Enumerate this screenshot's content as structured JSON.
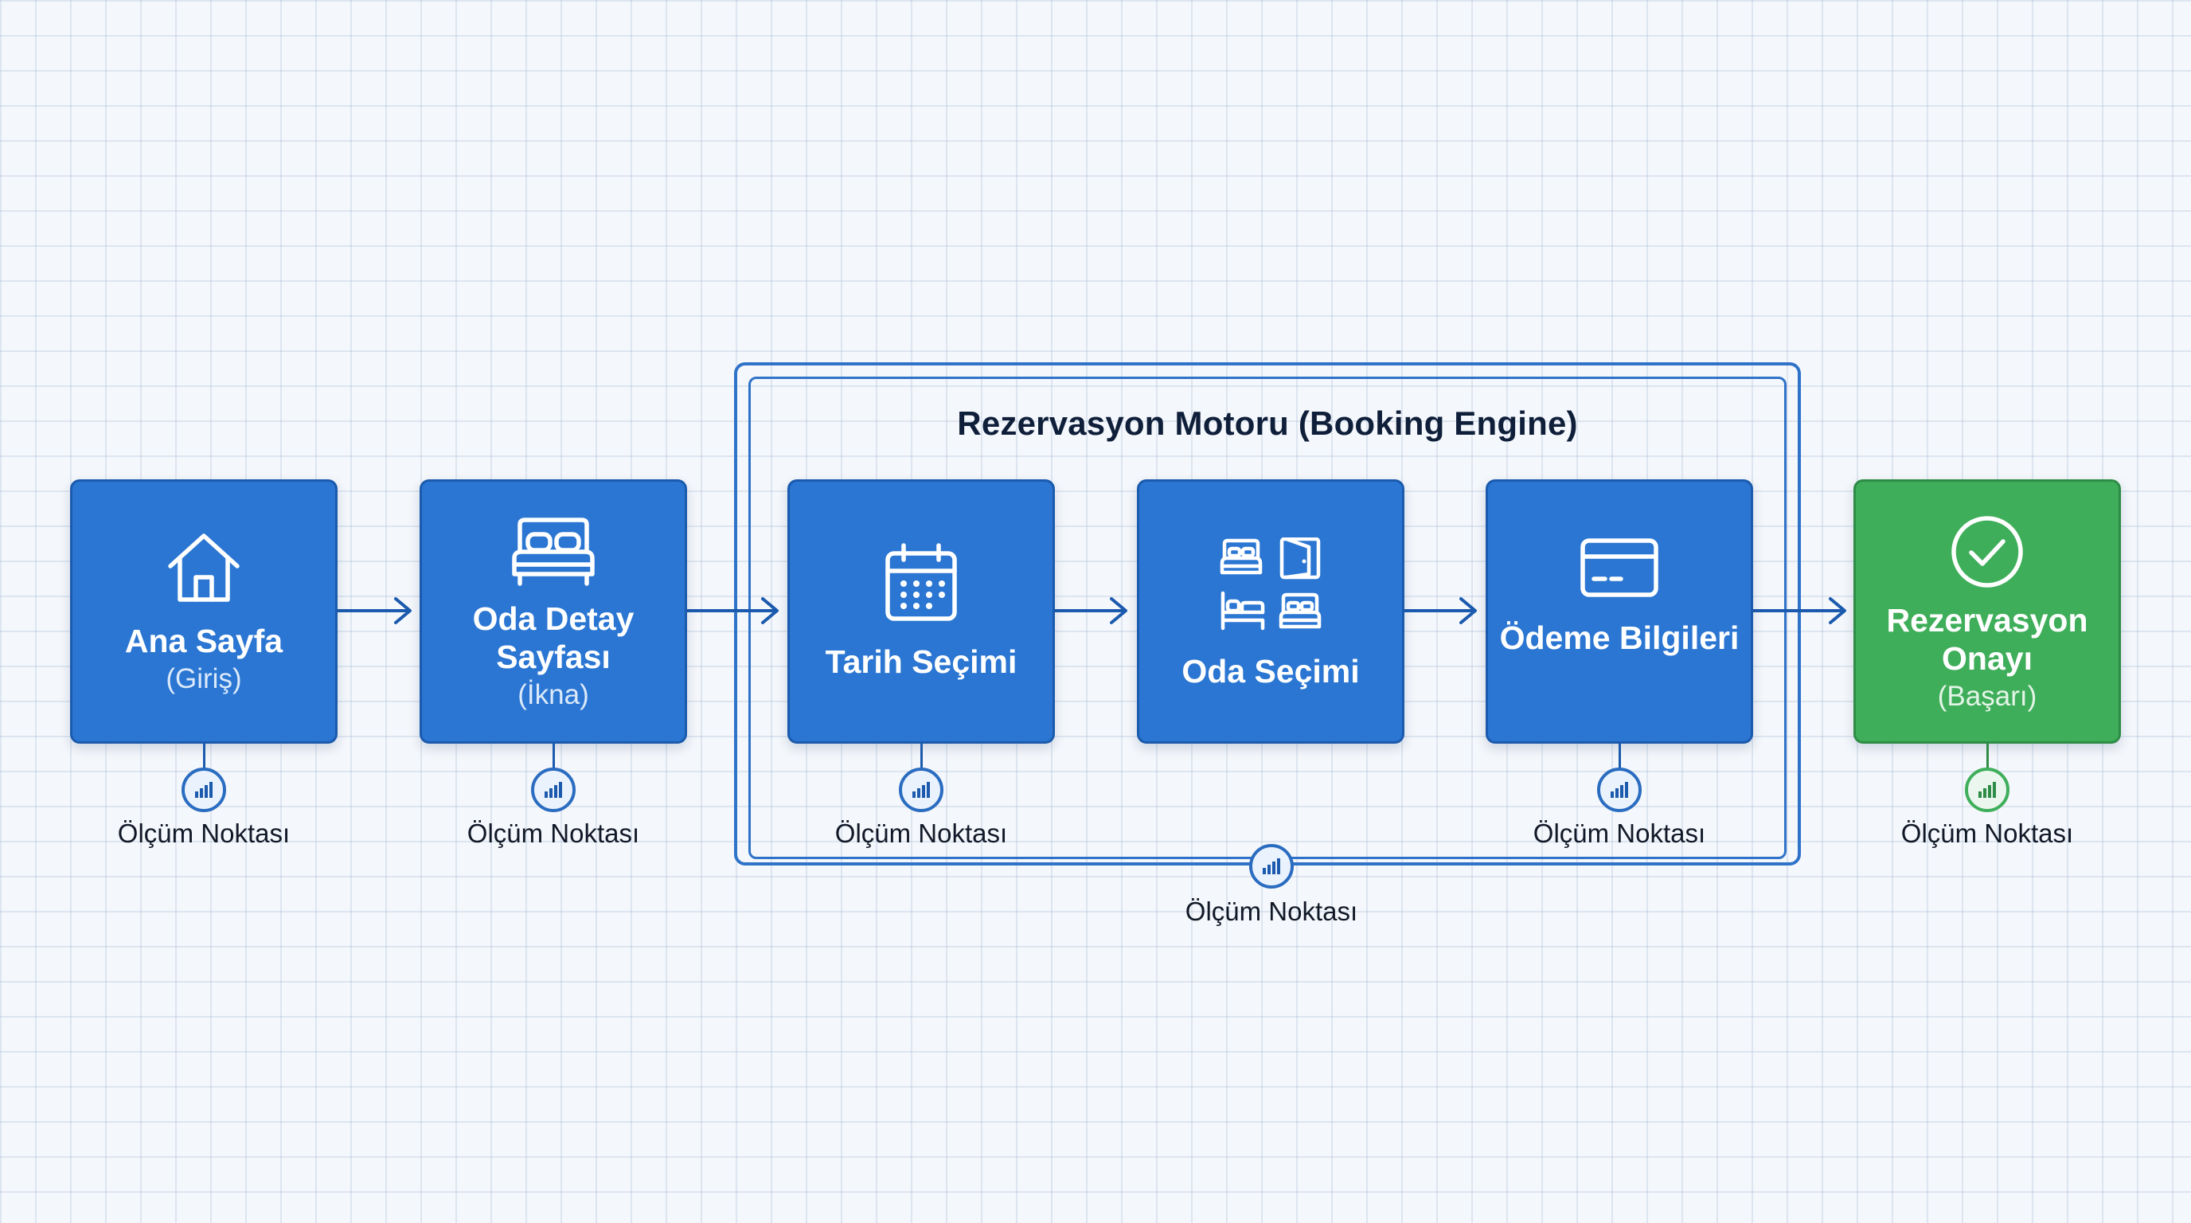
{
  "group": {
    "title": "Rezervasyon Motoru (Booking Engine)"
  },
  "nodes": [
    {
      "title": "Ana Sayfa",
      "subtitle": "(Giriş)",
      "icon": "home-icon"
    },
    {
      "title": "Oda Detay Sayfası",
      "subtitle": "(İkna)",
      "icon": "bed-icon"
    },
    {
      "title": "Tarih Seçimi",
      "icon": "calendar-icon"
    },
    {
      "title": "Oda Seçimi",
      "icon": "room-types-icon"
    },
    {
      "title": "Ödeme Bilgileri",
      "icon": "credit-card-icon"
    },
    {
      "title": "Rezervasyon Onayı",
      "subtitle": "(Başarı)",
      "icon": "check-circle-icon"
    }
  ],
  "measurement_label": "Ölçüm Noktası",
  "colors": {
    "node_blue": "#2a76d2",
    "node_green": "#3fae5a",
    "connector": "#1b5aad",
    "text_dark": "#111827"
  }
}
